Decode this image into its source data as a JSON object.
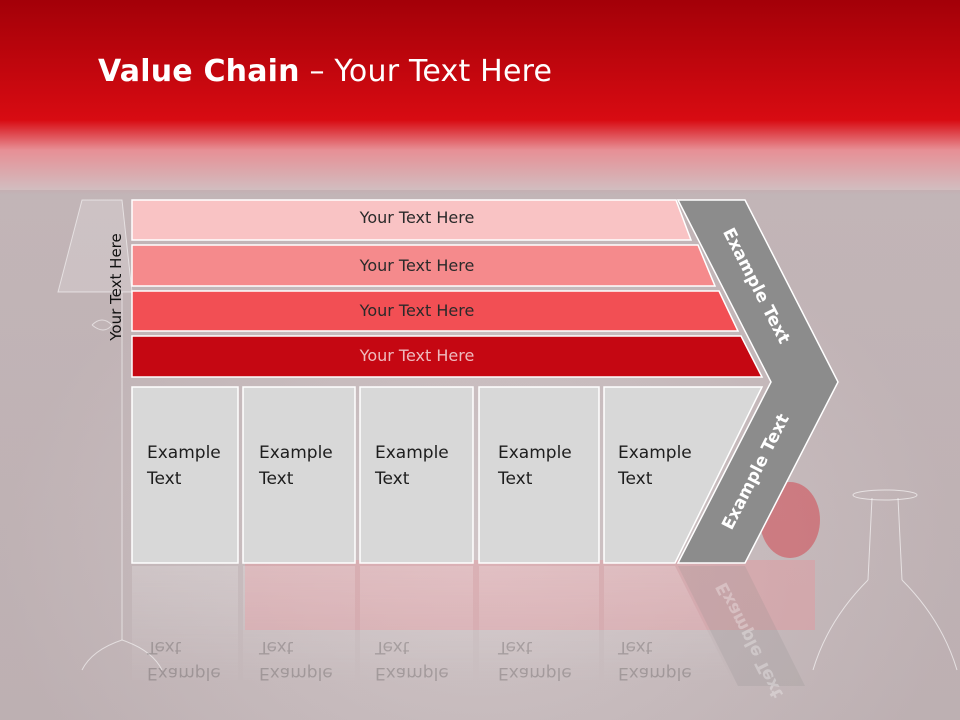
{
  "title": {
    "bold": "Value Chain",
    "rest": " – Your Text Here"
  },
  "side_label": "Your Text Here",
  "bands": [
    {
      "label": "Your Text Here",
      "color": "#f9c3c4"
    },
    {
      "label": "Your Text Here",
      "color": "#f58a8c"
    },
    {
      "label": "Your Text Here",
      "color": "#f24f54"
    },
    {
      "label": "Your Text Here",
      "color": "#c50712"
    }
  ],
  "boxes": [
    {
      "line1": "Example",
      "line2": "Text"
    },
    {
      "line1": "Example",
      "line2": "Text"
    },
    {
      "line1": "Example",
      "line2": "Text"
    },
    {
      "line1": "Example",
      "line2": "Text"
    },
    {
      "line1": "Example",
      "line2": "Text"
    }
  ],
  "chevron": {
    "upper_label": "Example Text",
    "lower_label": "Example Text",
    "color": "#8c8c8c"
  },
  "colors": {
    "header_red": "#d80b12",
    "box_fill": "#d8d8d8"
  }
}
